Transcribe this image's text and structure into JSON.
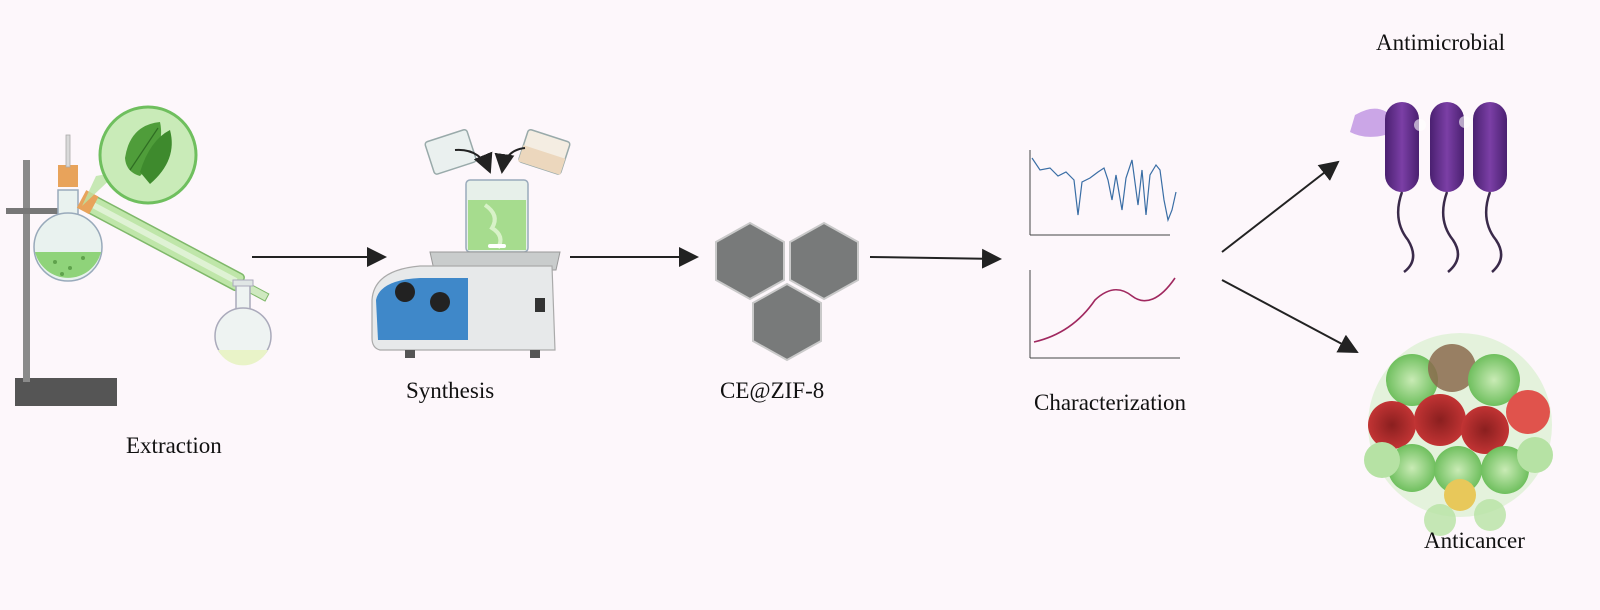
{
  "steps": {
    "extraction": "Extraction",
    "synthesis": "Synthesis",
    "product": "CE@ZIF-8",
    "characterization": "Characterization",
    "antimicrobial": "Antimicrobial",
    "anticancer": "Anticancer"
  },
  "icons": {
    "extraction": "distillation-apparatus-icon",
    "leaf": "leaf-icon",
    "synthesis": "magnetic-stirrer-icon",
    "product": "hexagon-crystals-icon",
    "characterization": "spectrum-plots-icon",
    "antimicrobial": "bacteria-icon",
    "anticancer": "cancer-cell-cluster-icon"
  },
  "colors": {
    "background": "#fdf7fb",
    "green_liquid": "#8fd37a",
    "hexagon": "#787a7a",
    "bacteria": "#5a2a82",
    "stirrer_plate": "#3f88c9"
  }
}
